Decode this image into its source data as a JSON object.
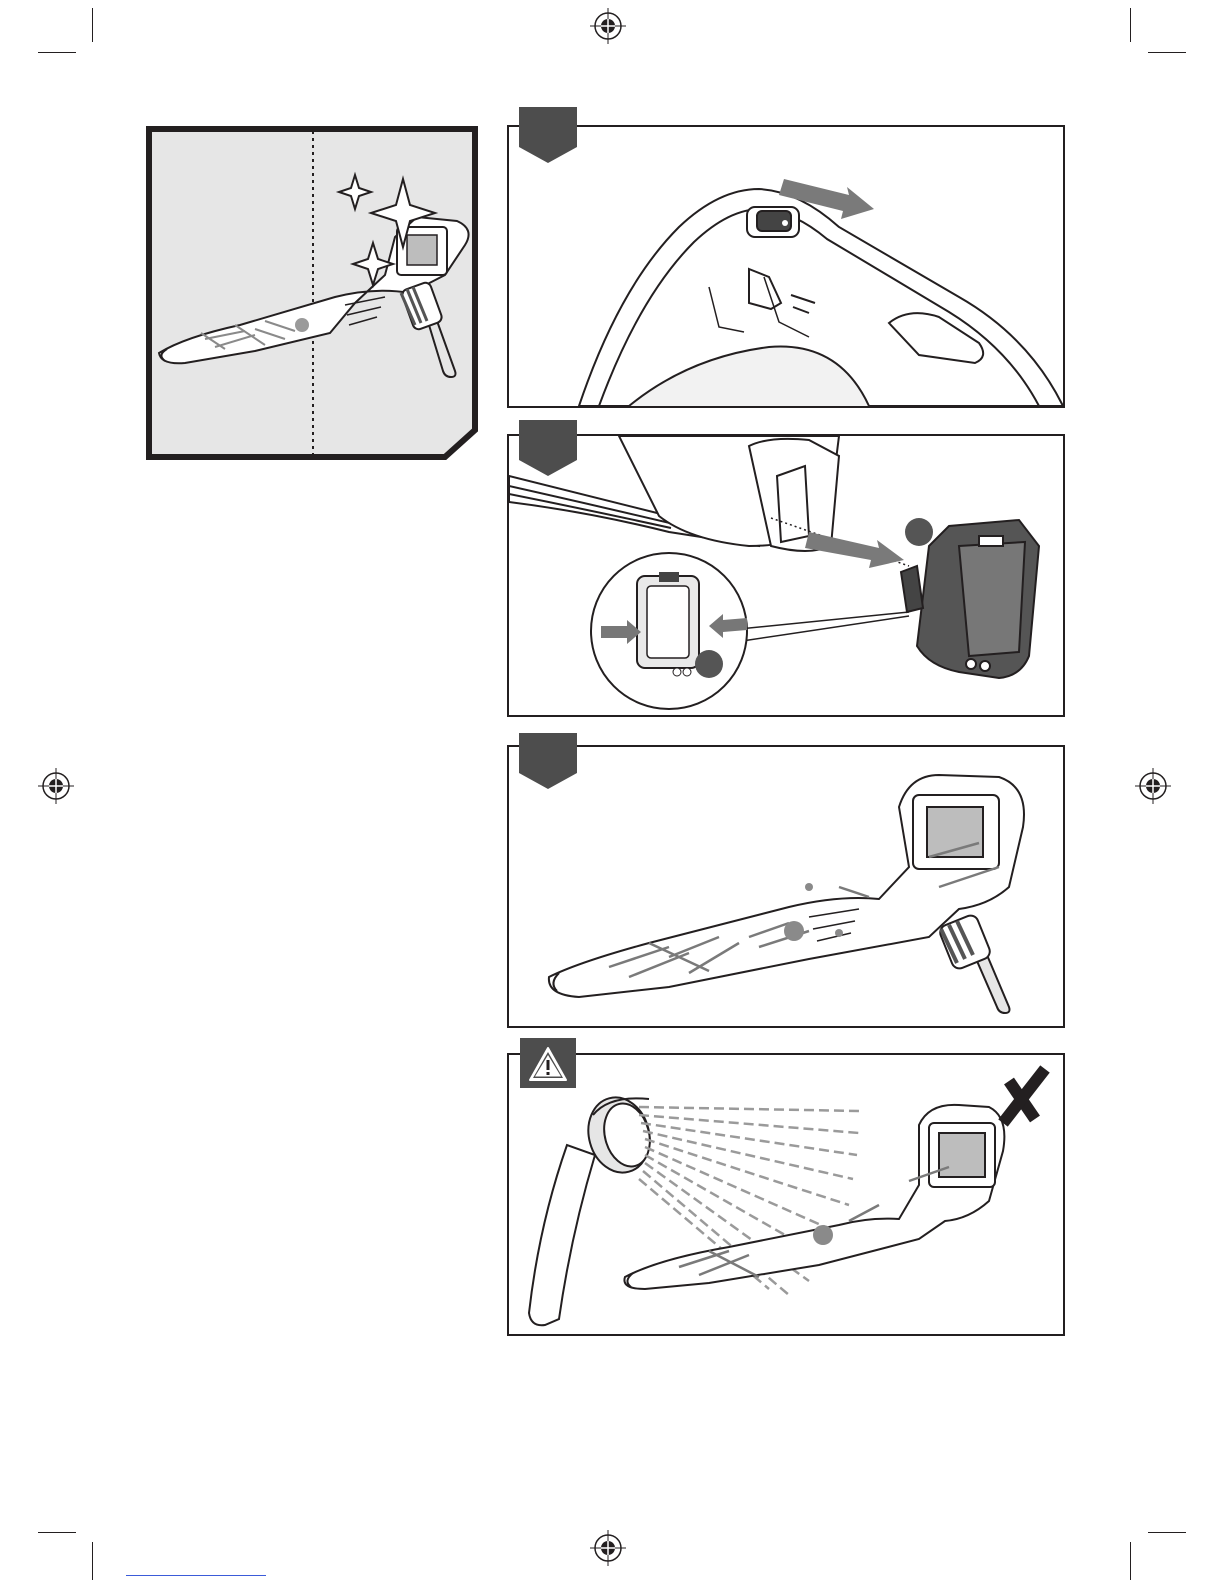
{
  "page": {
    "background": "#ffffff",
    "ink": "#231f20",
    "panel_grey": "#e6e6e6",
    "tab_color": "#4d4d4d",
    "accent_link": "#3b5bd9"
  },
  "panels": [
    {
      "id": "overview",
      "kind": "illustration",
      "subject": "blower-clean-vs-dirty-split-view",
      "icons": [
        "sparkle-icon",
        "brush-icon"
      ]
    },
    {
      "id": "step-1",
      "kind": "illustration",
      "subject": "slide-lock-button-on-handle",
      "icons": [
        "arrow-right-icon"
      ]
    },
    {
      "id": "step-2",
      "kind": "illustration",
      "subject": "remove-battery-pack",
      "icons": [
        "arrow-right-icon",
        "press-arrow-icon",
        "zoom-circle-icon"
      ]
    },
    {
      "id": "step-3",
      "kind": "illustration",
      "subject": "brush-clean-blower",
      "icons": [
        "brush-icon"
      ]
    },
    {
      "id": "step-4",
      "kind": "illustration",
      "subject": "do-not-wash-with-water",
      "icons": [
        "warning-triangle-icon",
        "shower-head-icon",
        "cross-mark-icon"
      ]
    }
  ]
}
